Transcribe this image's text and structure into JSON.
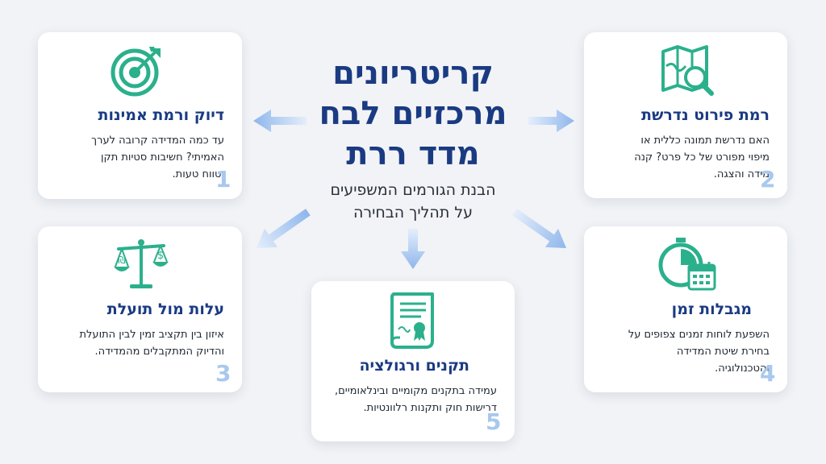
{
  "title": {
    "line1": "קריטריונים",
    "line2": "מרכזיים לבח",
    "line3": "מדד ררת"
  },
  "subtitle": {
    "line1": "הבנת הגורמים המשפיעים",
    "line2": "על תהליך הבחירה"
  },
  "colors": {
    "title": "#1a3a82",
    "icon": "#2bb08c",
    "number": "#a8c8ee",
    "arrow": "#8fb6ec",
    "background": "#f1f3f6"
  },
  "cards": [
    {
      "icon": "target-icon",
      "number": "1",
      "title": "דיוק ורמת אמינות",
      "lines": [
        "עד כמה המדידה קרובה לערך",
        "האמיתי? חשיבות סטיות תקן",
        "וטווח טעות."
      ]
    },
    {
      "icon": "map-search-icon",
      "number": "2",
      "title": "רמת פירוט נדרשת",
      "lines": [
        "האם נדרשת תמונה כללית או",
        "מיפוי מפורט של כל פרט? קנה",
        "מידה והצגה."
      ]
    },
    {
      "icon": "balance-scale-icon",
      "number": "3",
      "title": "עלות מול תועלת",
      "lines": [
        "איזון בין תקציב זמין לבין התועלת",
        "והדיוק המתקבלים מהמדידה."
      ]
    },
    {
      "icon": "stopwatch-calendar-icon",
      "number": "4",
      "title": "מגבלות זמן",
      "lines": [
        "השפעת לוחות זמנים צפופים על",
        "בחירת שיטת המדידה",
        "והטכנולוגיה."
      ]
    },
    {
      "icon": "certificate-scroll-icon",
      "number": "5",
      "title": "תקנים ורגולציה",
      "lines": [
        "עמידה בתקנים מקומיים ובינלאומיים,",
        "דרישות חוק ותקנות רלוונטיות."
      ]
    }
  ]
}
